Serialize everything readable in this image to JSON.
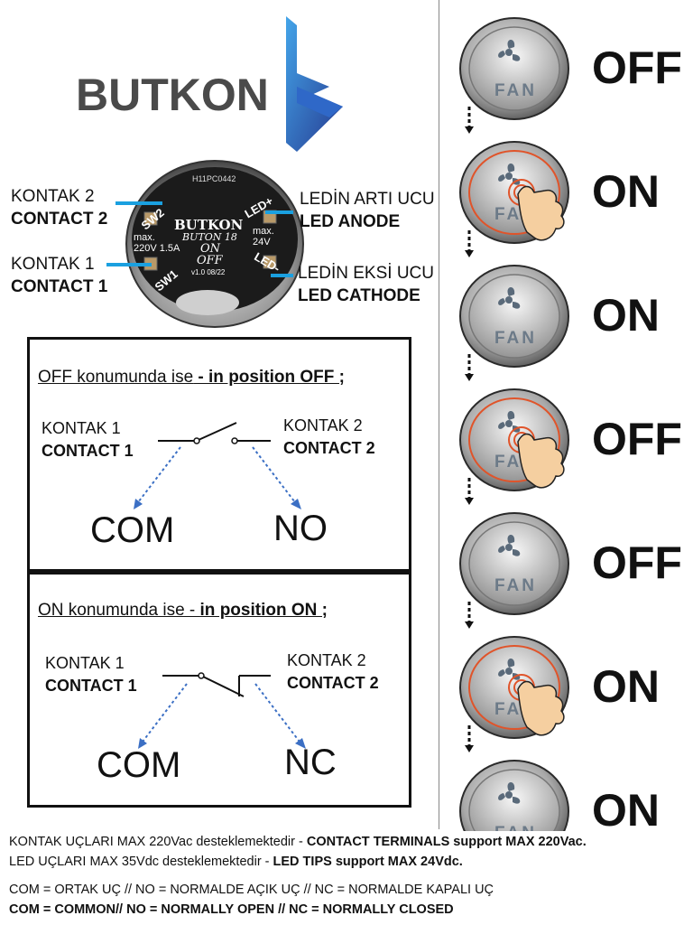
{
  "brand": {
    "logo_text": "BUTKON",
    "logo_color": "#4a4a4a",
    "accent": "#1a5fb4"
  },
  "button_face": {
    "top_label": "H11PC0442",
    "brand": "BUTKON",
    "model": "BUTON 18",
    "mode_on": "ON",
    "mode_off": "OFF",
    "version": "v1.0 08/22",
    "sw2": "SW2",
    "sw1": "SW1",
    "rating_ac": "max. 220V 1.5A",
    "rating_dc": "max. 24V",
    "led_plus": "LED+",
    "led_minus": "LED-"
  },
  "terminals": {
    "contact2_tr": "KONTAK 2",
    "contact2_en": "CONTACT 2",
    "contact1_tr": "KONTAK 1",
    "contact1_en": "CONTACT 1",
    "anode_tr": "LEDİN ARTI UCU",
    "anode_en": "LED ANODE",
    "cathode_tr": "LEDİN EKSİ UCU",
    "cathode_en": "LED CATHODE"
  },
  "off_panel": {
    "title_tr": "OFF konumunda ise",
    "title_en": " - in position OFF ;",
    "c1_tr": "KONTAK 1",
    "c1_en": "CONTACT 1",
    "c2_tr": "KONTAK 2",
    "c2_en": "CONTACT 2",
    "left_terminal": "COM",
    "right_terminal": "NO"
  },
  "on_panel": {
    "title_tr": "ON konumunda ise - ",
    "title_en": "in position ON ;",
    "c1_tr": "KONTAK 1",
    "c1_en": "CONTACT 1",
    "c2_tr": "KONTAK 2",
    "c2_en": "CONTACT 2",
    "left_terminal": "COM",
    "right_terminal": "NC"
  },
  "sequence": [
    {
      "state": "OFF",
      "pressed": false
    },
    {
      "state": "ON",
      "pressed": true
    },
    {
      "state": "ON",
      "pressed": false
    },
    {
      "state": "OFF",
      "pressed": true
    },
    {
      "state": "OFF",
      "pressed": false
    },
    {
      "state": "ON",
      "pressed": true
    },
    {
      "state": "ON",
      "pressed": false
    }
  ],
  "fan_label": "FAN",
  "notes": {
    "line1_tr": "KONTAK UÇLARI MAX 220Vac desteklemektedir - ",
    "line1_en": "CONTACT TERMINALS support MAX 220Vac.",
    "line2_tr": "LED UÇLARI MAX 35Vdc desteklemektedir - ",
    "line2_en": "LED TIPS support MAX 24Vdc.",
    "line3": "COM = ORTAK UÇ // NO = NORMALDE AÇIK UÇ // NC = NORMALDE KAPALI UÇ",
    "line4": "COM = COMMON// NO = NORMALLY OPEN // NC = NORMALLY CLOSED"
  },
  "colors": {
    "callout": "#1aa0e0",
    "arrow": "#3b6fc4",
    "ring_glow": "#e0542a",
    "hand": "#f5cfa0"
  }
}
